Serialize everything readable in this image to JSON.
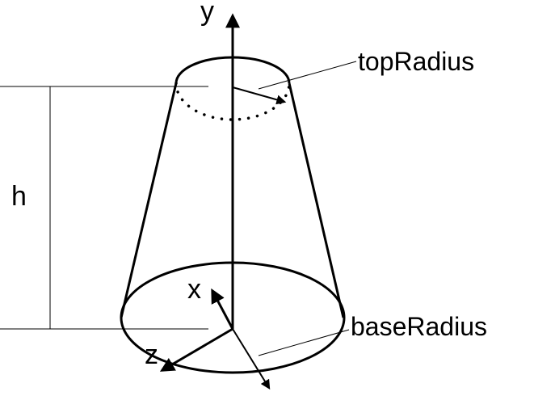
{
  "labels": {
    "y_axis": "y",
    "x_axis": "x",
    "z_axis": "z",
    "height": "h",
    "top_radius": "topRadius",
    "base_radius": "baseRadius"
  },
  "colors": {
    "stroke": "#000000",
    "background": "#ffffff"
  }
}
